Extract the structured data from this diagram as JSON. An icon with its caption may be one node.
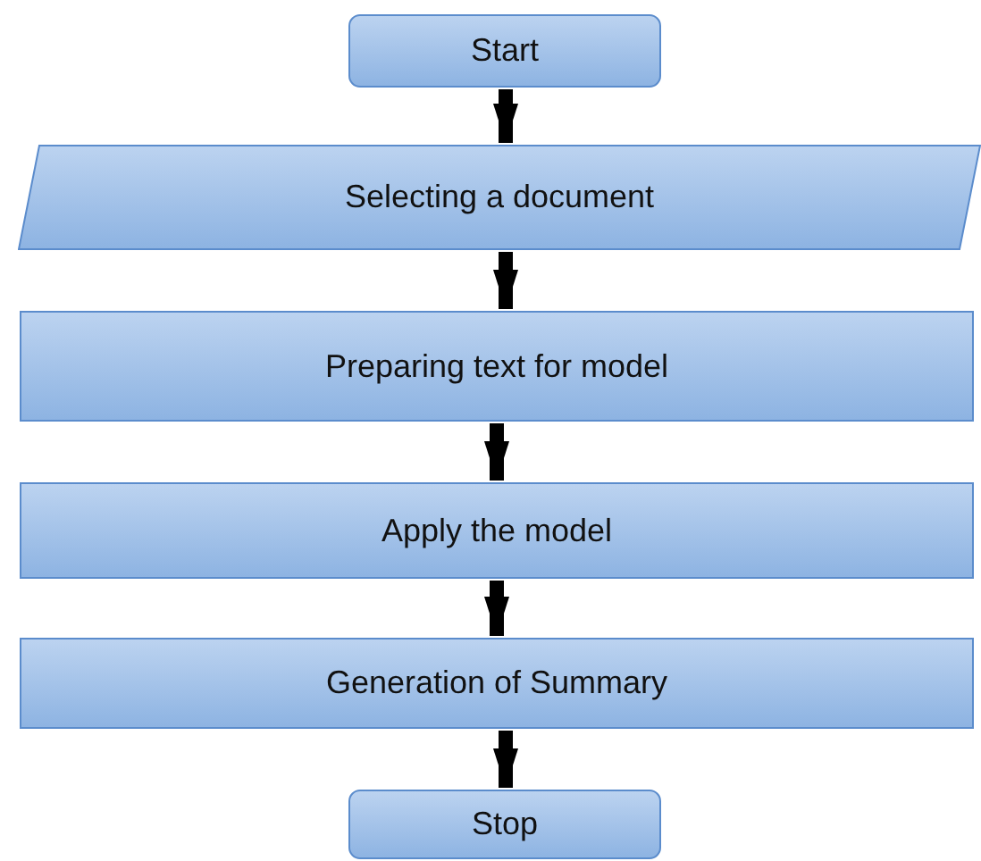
{
  "diagram": {
    "nodes": [
      {
        "text": [
          "Start"
        ]
      },
      {
        "text": [
          "Selecting a document"
        ]
      },
      {
        "text": [
          "Preparing text for model"
        ]
      },
      {
        "text": [
          "Apply the model"
        ]
      },
      {
        "text": [
          "Generation of Summary"
        ]
      },
      {
        "text": [
          "Stop"
        ]
      }
    ],
    "edges": [
      {
        "from": 0,
        "to": 1,
        "arrow": "to"
      },
      {
        "from": 1,
        "to": 2,
        "arrow": "to"
      },
      {
        "from": 2,
        "to": 3,
        "arrow": "to"
      },
      {
        "from": 3,
        "to": 4,
        "arrow": "to"
      },
      {
        "from": 4,
        "to": 5,
        "arrow": "to"
      }
    ]
  }
}
